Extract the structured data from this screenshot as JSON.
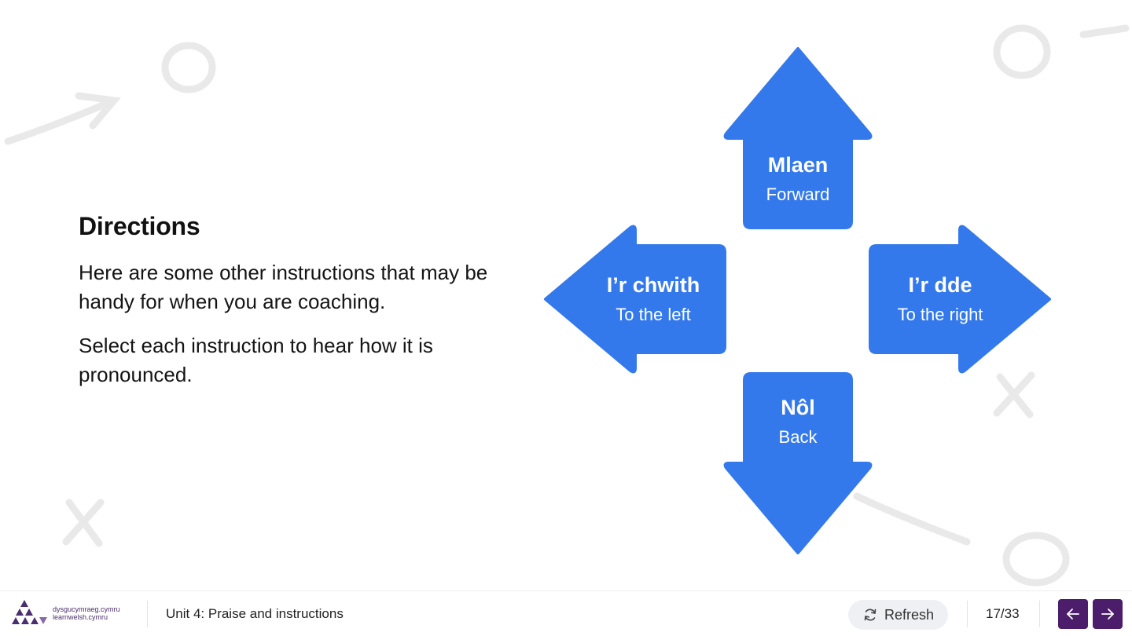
{
  "colors": {
    "arrow_blue": "#3479ec",
    "brand_purple": "#4b1d6b",
    "chalk_grey": "#e8e8e8"
  },
  "main": {
    "heading": "Directions",
    "paragraphs": [
      "Here are some other instructions that may be handy for when you are coaching.",
      "Select each instruction to hear how it is pronounced."
    ]
  },
  "arrows": {
    "up": {
      "welsh": "Mlaen",
      "english": "Forward"
    },
    "left": {
      "welsh": "I’r chwith",
      "english": "To the left"
    },
    "right": {
      "welsh": "I’r dde",
      "english": "To the right"
    },
    "down": {
      "welsh": "Nôl",
      "english": "Back"
    }
  },
  "footer": {
    "logo_line1": "dysgucymraeg.cymru",
    "logo_line2": "learnwelsh.cymru",
    "unit_title": "Unit 4: Praise and instructions",
    "refresh_label": "Refresh",
    "page_counter": "17/33",
    "prev_icon": "arrow-left-icon",
    "next_icon": "arrow-right-icon"
  }
}
